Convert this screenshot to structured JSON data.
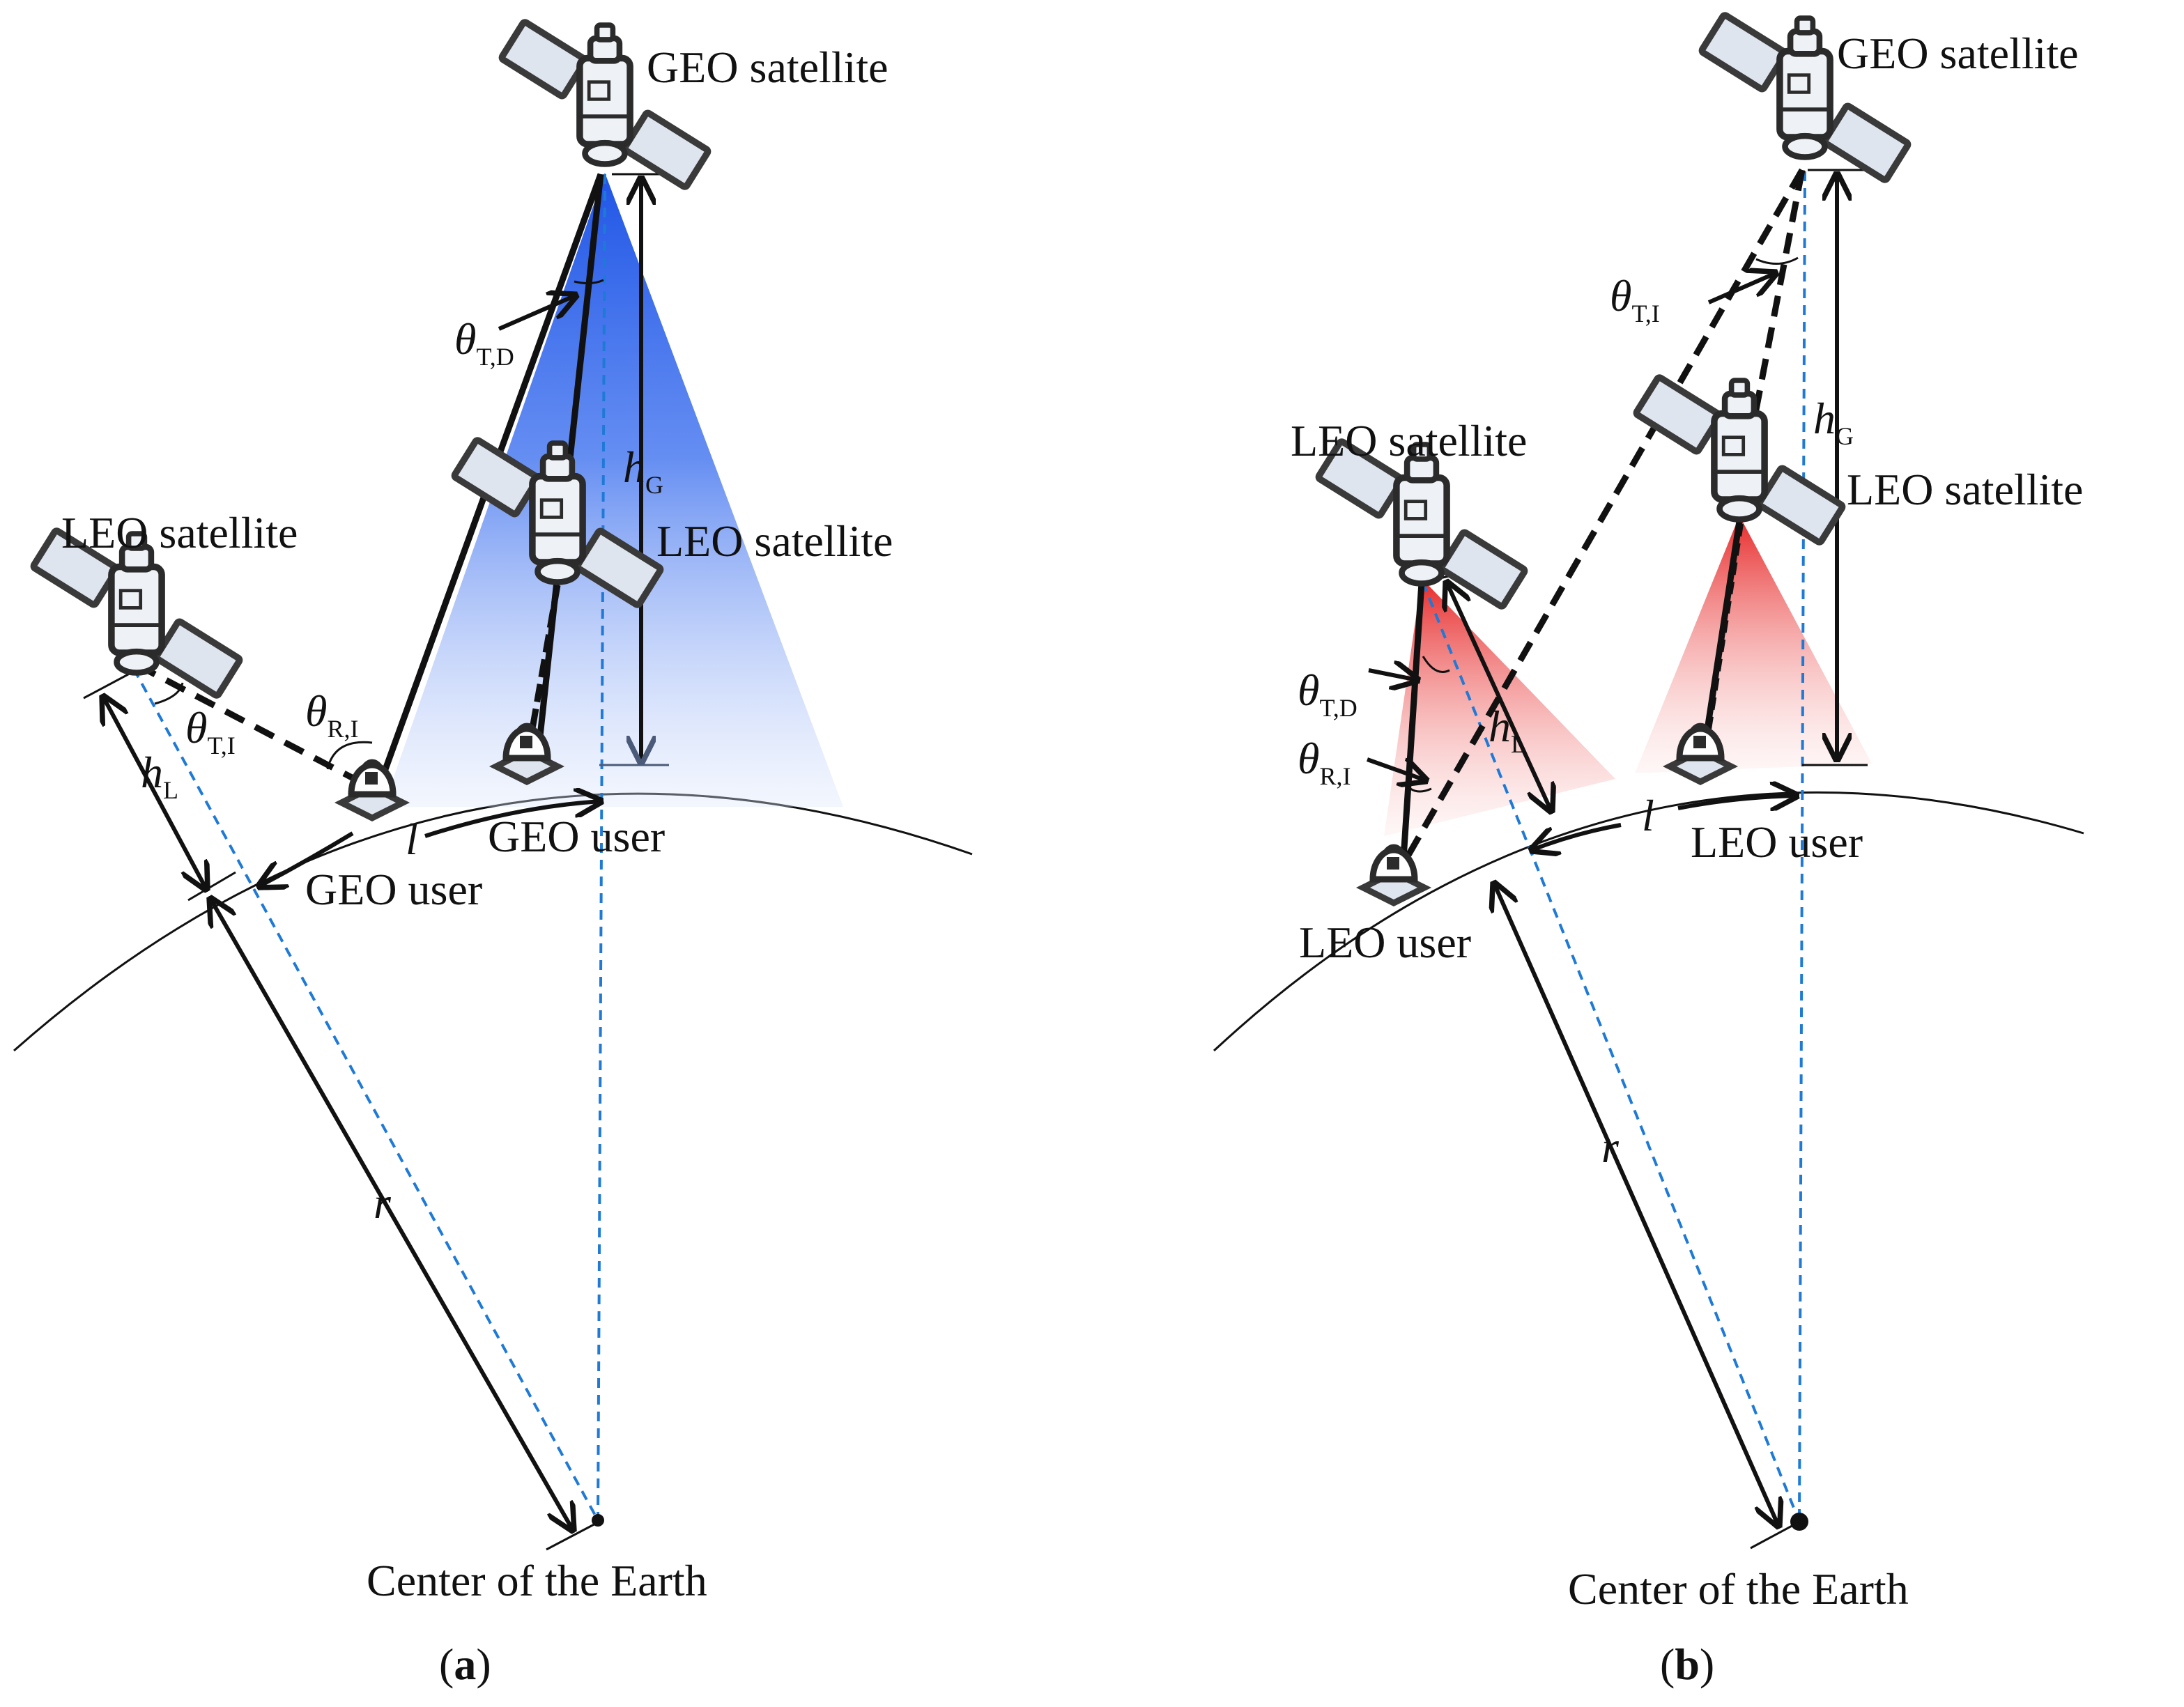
{
  "figure": {
    "panel_a": {
      "label_prefix": "(",
      "label_letter": "a",
      "label_suffix": ")",
      "geo_satellite": "GEO satellite",
      "leo_satellite_left": "LEO satellite",
      "leo_satellite_right": "LEO satellite",
      "geo_user_left": "GEO user",
      "geo_user_right": "GEO user",
      "center": "Center of the Earth",
      "theta": "θ",
      "sub_TD": "T,D",
      "sub_RI": "R,I",
      "sub_TI": "T,I",
      "h": "h",
      "sub_G": "G",
      "sub_L": "L",
      "l": "l",
      "r": "r"
    },
    "panel_b": {
      "label_prefix": "(",
      "label_letter": "b",
      "label_suffix": ")",
      "geo_satellite": "GEO satellite",
      "leo_satellite_left": "LEO satellite",
      "leo_satellite_right": "LEO satellite",
      "leo_user_left": "LEO user",
      "leo_user_right": "LEO user",
      "center": "Center of the Earth",
      "theta": "θ",
      "sub_TD": "T,D",
      "sub_RI": "R,I",
      "sub_TI": "T,I",
      "h": "h",
      "sub_G": "G",
      "sub_L": "L",
      "l": "l",
      "r": "r"
    },
    "colors": {
      "geo_beam": "#2d63e8",
      "leo_beam": "#ec2424",
      "radial_dashed": "#1f7ad6",
      "lines": "#111111",
      "satellite_body": "#dfe5ee",
      "satellite_outline": "#3a3a3a"
    },
    "icons": {
      "satellite": "satellite-icon",
      "user_terminal": "dish-terminal-icon",
      "center_point": "dot-icon"
    }
  }
}
